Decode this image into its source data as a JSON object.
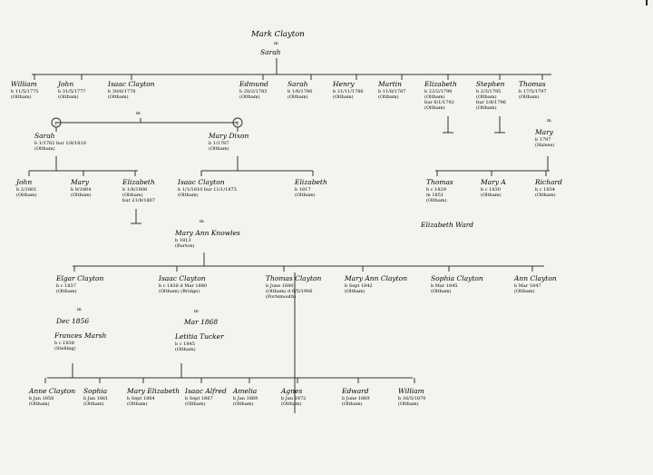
{
  "root": {
    "name": "Mark Clayton",
    "m": "m",
    "spouse": "Sarah"
  },
  "gen1": [
    {
      "name": "William",
      "dates": [
        "b 11/5/1775",
        "(Oltham)"
      ]
    },
    {
      "name": "John",
      "dates": [
        "b 31/5/1777",
        "(Oltham)"
      ]
    },
    {
      "name": "Isaac Clayton",
      "dates": [
        "b 30/6/1778",
        "(Oltham)"
      ]
    },
    {
      "name": "Edmund",
      "dates": [
        "b 20/2/1783",
        "(Oltham)"
      ]
    },
    {
      "name": "Sarah",
      "dates": [
        "b 1/6/1780",
        "(Oltham)"
      ]
    },
    {
      "name": "Henry",
      "dates": [
        "b 21/11/1786",
        "(Oltham)"
      ]
    },
    {
      "name": "Martin",
      "dates": [
        "b 11/8/1787",
        "(Oltham)"
      ]
    },
    {
      "name": "Elizabeth",
      "dates": [
        "b 22/2/1790",
        "(Oltham)",
        "bur 6/1/1792",
        "(Oltham)"
      ]
    },
    {
      "name": "Stephen",
      "dates": [
        "b 2/3/1795",
        "(Oltham)",
        "bur 1/8/1796",
        "(Oltham)"
      ]
    },
    {
      "name": "Thomas",
      "dates": [
        "b 17/5/1797",
        "(Oltham)"
      ]
    }
  ],
  "isaac_m": "m",
  "isaac_wives": [
    {
      "num": "1",
      "name": "Sarah",
      "dates": [
        "b 1/1782   bur 1/8/1810",
        "(Oltham)"
      ]
    },
    {
      "num": "2",
      "name": "Mary Dixon",
      "dates": [
        "b 1/1787",
        "(Oltham)"
      ]
    }
  ],
  "sarah_children": [
    {
      "name": "John",
      "dates": [
        "b 2/1801",
        "(Oltham)"
      ]
    },
    {
      "name": "Mary",
      "dates": [
        "b 8/1804",
        "(Oltham)"
      ]
    },
    {
      "name": "Elizabeth",
      "dates": [
        "b 1/8/1806",
        "(Oltham)",
        "bur 21/8/1807"
      ]
    }
  ],
  "mary_children": [
    {
      "name": "Isaac Clayton",
      "dates": [
        "b 1/1/1810   bur 11/1/1875",
        "(Oltham)"
      ]
    },
    {
      "name": "Elizabeth",
      "dates": [
        "b 1817",
        "(Oltham)"
      ]
    }
  ],
  "isaac2_m": "m",
  "isaac2_spouse": {
    "name": "Mary Ann Knowles",
    "dates": [
      "b 1813",
      "(Burton)"
    ]
  },
  "thomas_m": "m",
  "thomas_spouse": {
    "name": "Mary",
    "dates": [
      "b 1797",
      "(Halsea)"
    ]
  },
  "thomas_children": [
    {
      "name": "Thomas",
      "dates": [
        "b c 1829",
        "m 1851",
        "(Oltham)"
      ]
    },
    {
      "name": "Mary A",
      "dates": [
        "b c 1830",
        "(Oltham)"
      ]
    },
    {
      "name": "Richard",
      "dates": [
        "b c 1834",
        "(Oltham)"
      ]
    }
  ],
  "thomas_note": "Elizabeth Ward",
  "gen4": [
    {
      "name": "Elgar Clayton",
      "dates": [
        "b c 1837",
        "(Oltham)"
      ]
    },
    {
      "name": "Isaac Clayton",
      "dates": [
        "b c 1838   d Mar 1880",
        "(Oltham)   (Bridge)"
      ]
    },
    {
      "name": "Thomas Clayton",
      "dates": [
        "b June 1840",
        "(Oltham)  d 6/5/1906",
        "(Portsmouth)"
      ]
    },
    {
      "name": "Mary Ann Clayton",
      "dates": [
        "b Sept 1842",
        "(Oltham)"
      ]
    },
    {
      "name": "Sophia Clayton",
      "dates": [
        "b Mar 1845",
        "(Oltham)"
      ]
    },
    {
      "name": "Ann Clayton",
      "dates": [
        "b Mar 1847",
        "(Oltham)"
      ]
    }
  ],
  "elgar_m": "m",
  "elgar_marriage": "Dec 1856",
  "elgar_spouse": {
    "name": "Frances Marsh",
    "dates": [
      "b c 1838",
      "(Stelling)"
    ]
  },
  "isaac3_m": "m",
  "isaac3_marriage": "Mar 1868",
  "isaac3_spouse": {
    "name": "Letitia Tucker",
    "dates": [
      "b c 1845",
      "(Oltham)"
    ]
  },
  "gen5": [
    {
      "name": "Anne Clayton",
      "dates": [
        "b Jan 1858",
        "(Oltham)"
      ]
    },
    {
      "name": "Sophia",
      "dates": [
        "b Jan 1861",
        "(Oltham)"
      ]
    },
    {
      "name": "Mary Elizabeth",
      "dates": [
        "b Sept 1864",
        "(Oltham)"
      ]
    },
    {
      "name": "Isaac Alfred",
      "dates": [
        "b Sept 1867",
        "(Oltham)"
      ]
    },
    {
      "name": "Amelia",
      "dates": [
        "b Jan 1869",
        "(Oltham)"
      ]
    },
    {
      "name": "Agnes",
      "dates": [
        "b Jan 1872",
        "(Oltham)"
      ]
    },
    {
      "name": "Edward",
      "dates": [
        "b June 1869",
        "(Oltham)"
      ]
    },
    {
      "name": "William",
      "dates": [
        "b 16/5/1870",
        "(Oltham)"
      ]
    }
  ]
}
